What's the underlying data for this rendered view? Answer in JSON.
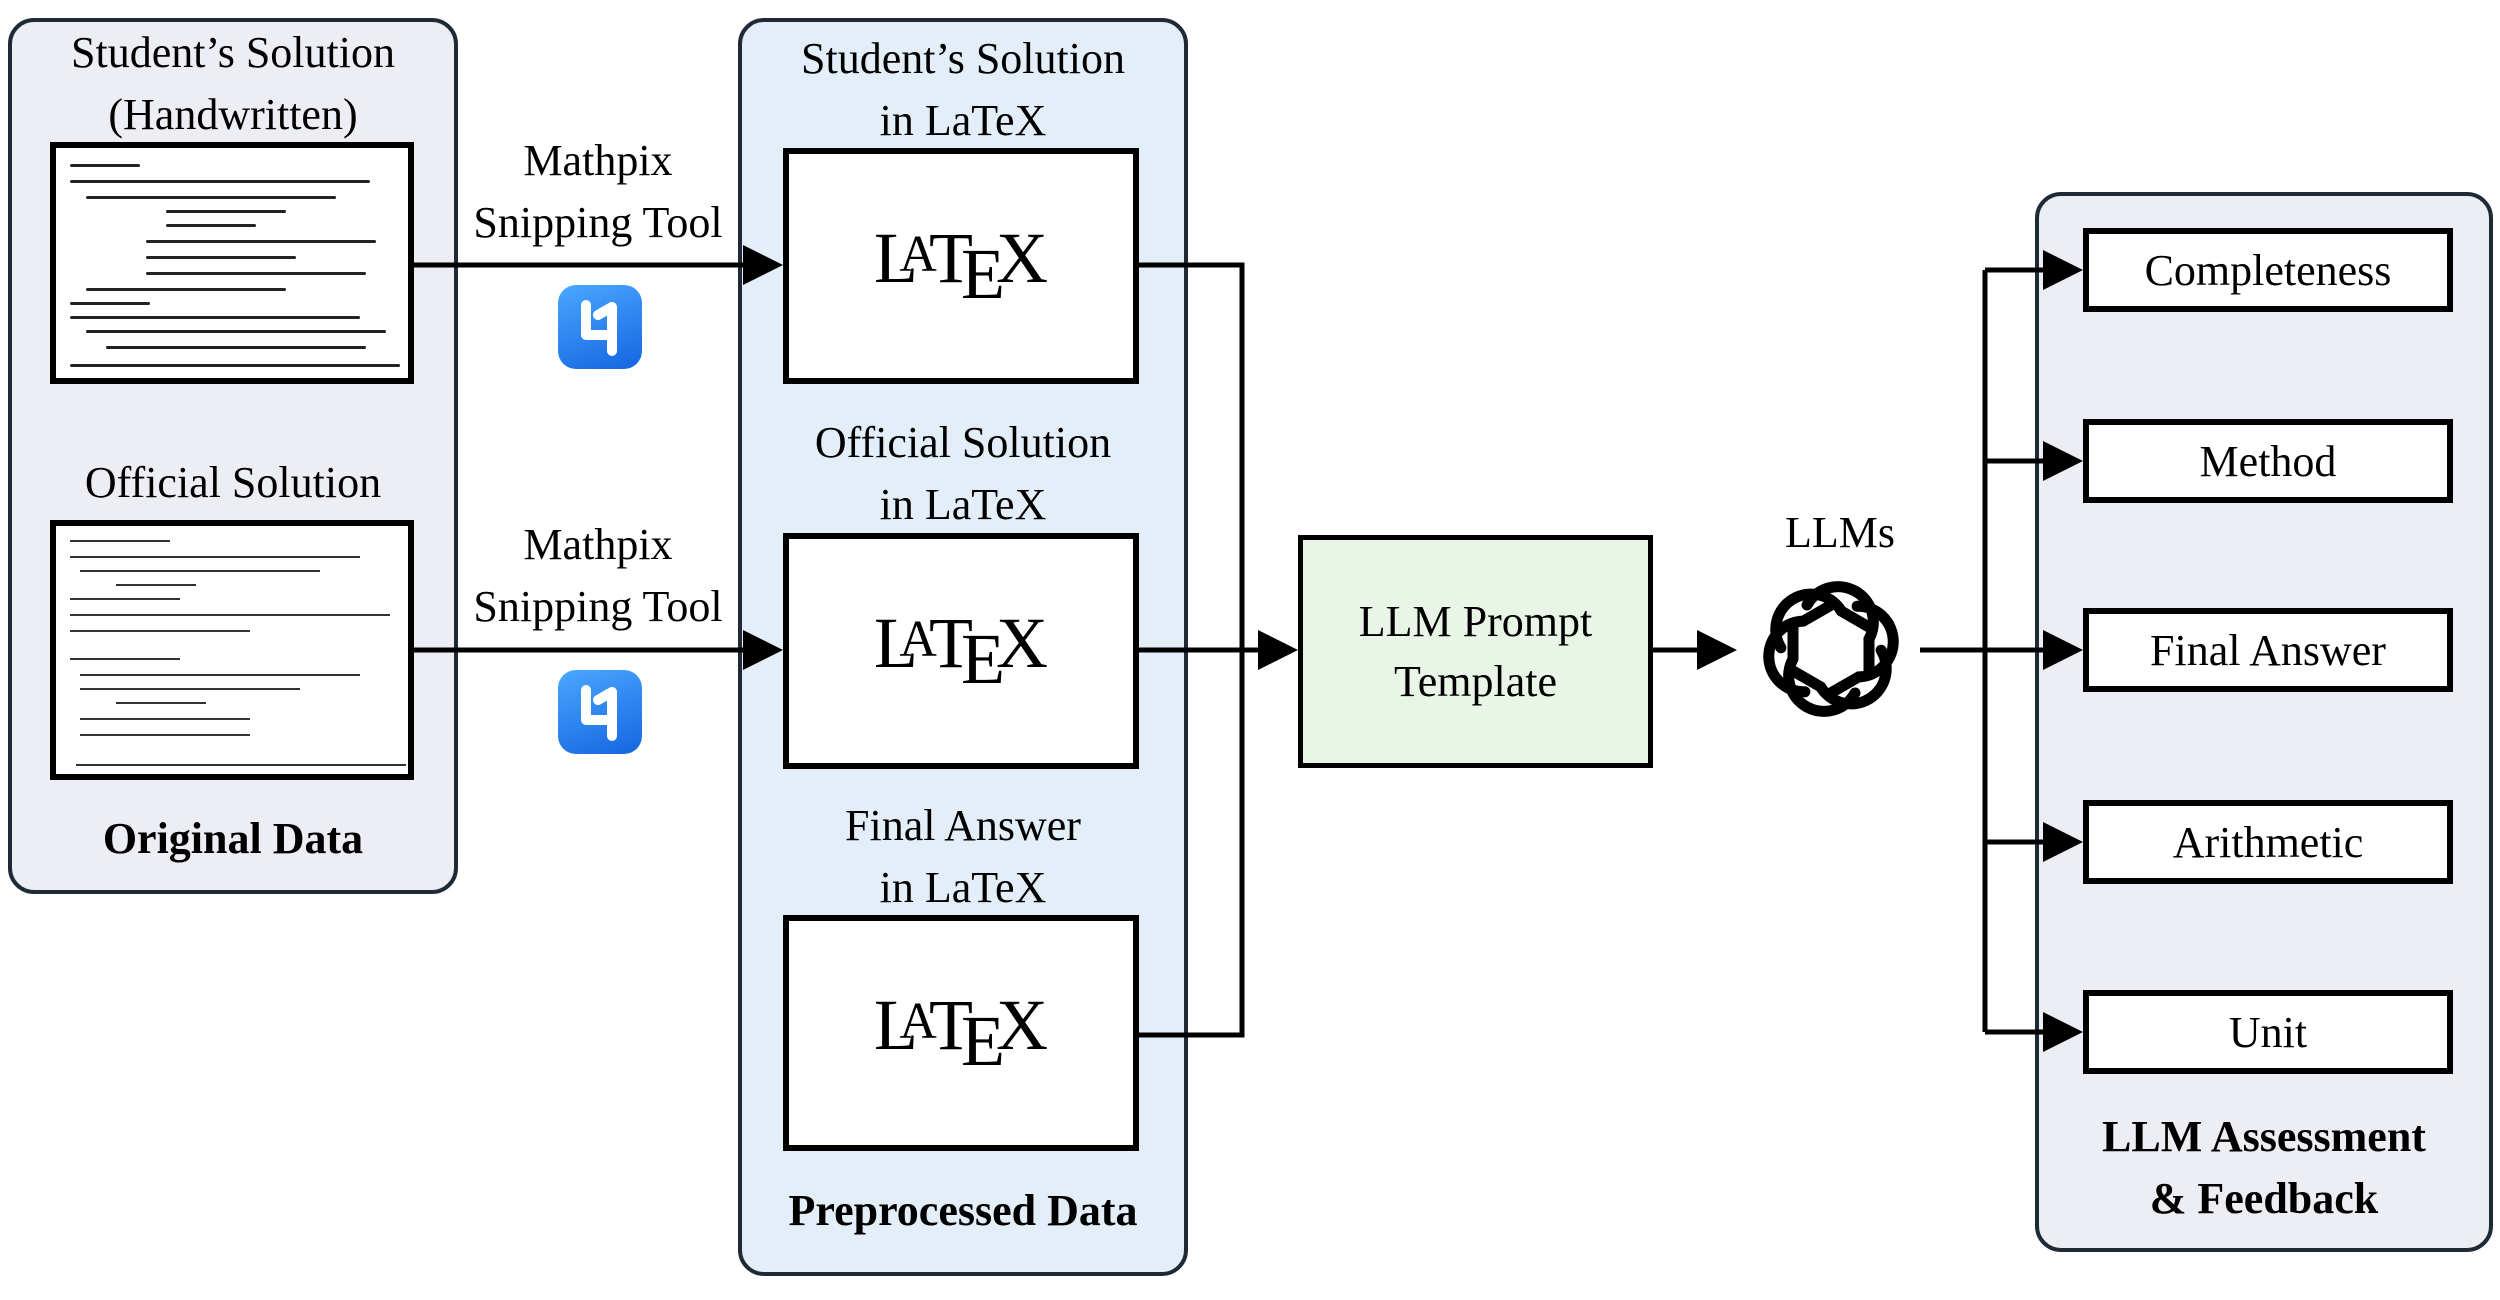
{
  "original": {
    "student_label": "Student’s Solution\n(Handwritten)",
    "official_label": "Official Solution",
    "title": "Original Data"
  },
  "tools": {
    "tool1": "Mathpix\nSnipping Tool",
    "tool2": "Mathpix\nSnipping Tool",
    "icon": "mathpix-icon"
  },
  "preprocessed": {
    "student_label": "Student’s Solution\nin LaTeX",
    "official_label": "Official Solution\nin LaTeX",
    "final_label": "Final Answer\nin LaTeX",
    "title": "Preprocessed Data",
    "latex_logo": "LaTeX"
  },
  "prompt": {
    "label": "LLM Prompt\nTemplate"
  },
  "llms": {
    "label": "LLMs",
    "icon": "openai-icon"
  },
  "assessment": {
    "criteria": [
      "Completeness",
      "Method",
      "Final Answer",
      "Arithmetic",
      "Unit"
    ],
    "title": "LLM Assessment\n& Feedback"
  },
  "colors": {
    "panel_gray": "#eceef3",
    "panel_blue": "#e3eef9",
    "prompt_green": "#e9f6e7",
    "mathpix_blue": "#1f7ef0"
  }
}
